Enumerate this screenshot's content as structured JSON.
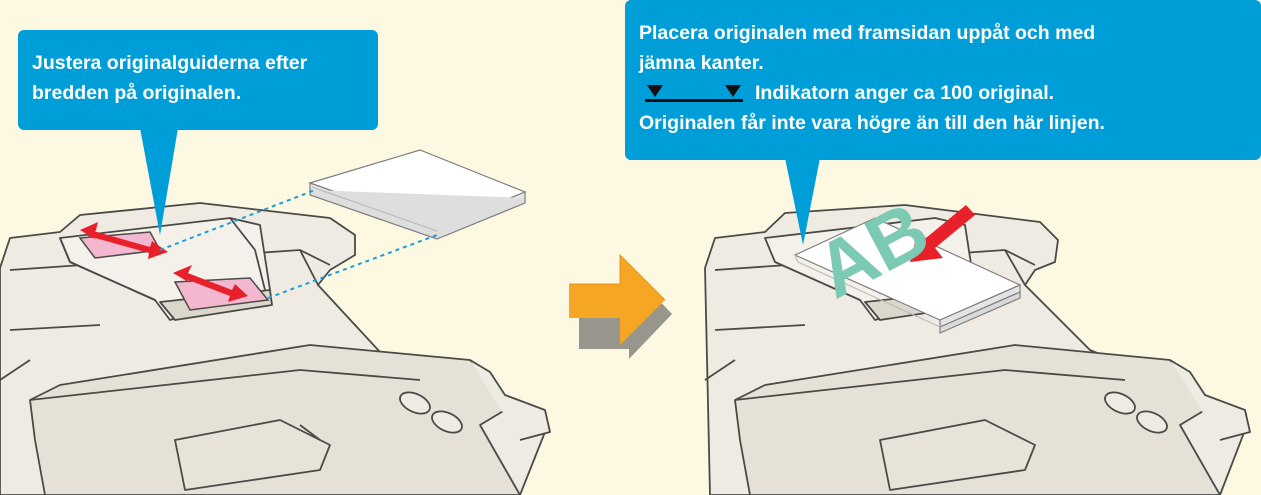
{
  "left_panel": {
    "callout_line1": "Justera originalguiderna efter",
    "callout_line2": "bredden på originalen."
  },
  "right_panel": {
    "callout_line1": "Placera originalen med framsidan uppåt och med",
    "callout_line2": "jämna kanter.",
    "indicator_text": "Indikatorn anger ca 100 original.",
    "callout_line4": "Originalen får inte vara högre än till den här linjen.",
    "paper_letters": "AB"
  },
  "colors": {
    "background": "#fdf8e1",
    "callout_blue": "#009ed8",
    "machine_fill": "#efebe3",
    "machine_stroke": "#4a4a48",
    "guide_pink": "#f3b8cf",
    "arrow_red": "#e8202a",
    "arrow_orange": "#f5a623",
    "letters_green": "#7ccab3",
    "dotted_blue": "#1a9fd8"
  },
  "icons": {
    "step_arrow": "right-arrow-icon",
    "insert_arrow": "down-left-arrow-icon",
    "guide_arrows": "double-headed-arrow-icon"
  }
}
